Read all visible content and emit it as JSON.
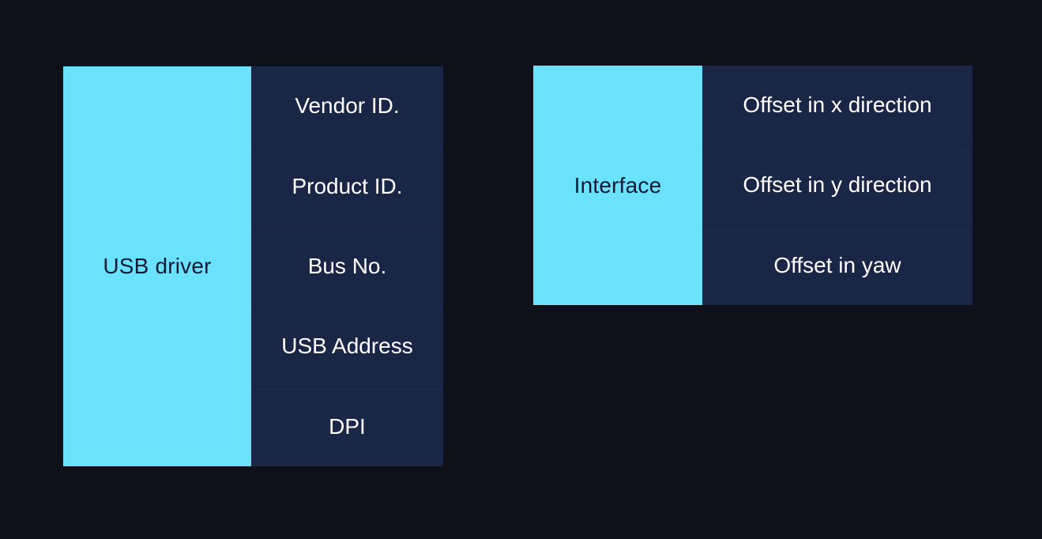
{
  "colors": {
    "background": "#0e1119",
    "label_cell": "#6be2fc",
    "label_text": "#0f1a33",
    "item_cell": "#1a2646",
    "item_text": "#ffffff"
  },
  "blocks": [
    {
      "label": "USB driver",
      "items": [
        "Vendor ID.",
        "Product ID.",
        "Bus No.",
        "USB Address",
        "DPI"
      ]
    },
    {
      "label": "Interface",
      "items": [
        "Offset in x direction",
        "Offset in y direction",
        "Offset in yaw"
      ]
    }
  ]
}
